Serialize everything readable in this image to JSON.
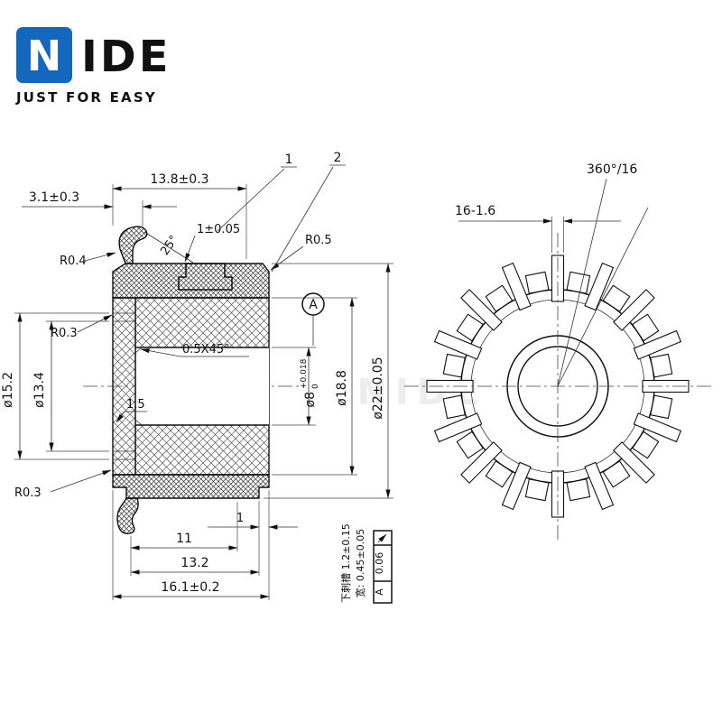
{
  "logo": {
    "n": "N",
    "ide": "IDE",
    "tagline": "JUST FOR EASY",
    "brand_color": "#1567be"
  },
  "watermark": "NIDE",
  "balloons": {
    "b1": "1",
    "b2": "2"
  },
  "left_view": {
    "dim_top_width": "13.8±0.3",
    "dim_hook": "3.1±0.3",
    "dim_step": "1±0.05",
    "dim_angle": "25°",
    "r_top_left": "R0.4",
    "r_top_right": "R0.5",
    "r_mid": "R0.3",
    "r_bottom": "R0.3",
    "dia_outer_hub": "ø15.2",
    "dia_inner_hub": "ø13.4",
    "chamfer": "0.5X45°",
    "wall": "1.5",
    "bore_dia": "ø8",
    "bore_tol_up": "+0.018",
    "bore_tol_low": "0",
    "dia_body": "ø18.8",
    "dia_od": "ø22±0.05",
    "datum_label": "A",
    "dim_step_bottom": "1",
    "dim_len_11": "11",
    "dim_len_13_2": "13.2",
    "dim_len_16_1": "16.1±0.2",
    "note_cn_1": "下刺槽 1.2±0.15",
    "note_cn_2": "宽: 0.45±0.05",
    "fcf_value": "0.06",
    "fcf_datum": "A"
  },
  "right_view": {
    "dim_bar": "16-1.6",
    "dim_division": "360°/16"
  }
}
